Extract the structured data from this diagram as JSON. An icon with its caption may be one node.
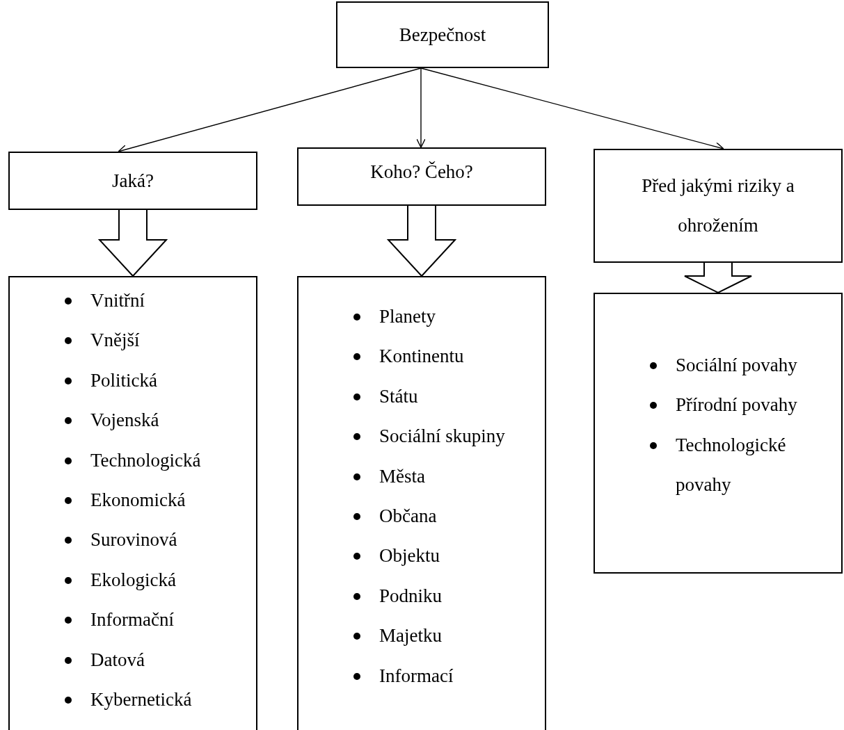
{
  "diagram": {
    "nodes": [
      {
        "text": [
          "Bezpečnost"
        ]
      },
      {
        "text": [
          "Jaká?"
        ]
      },
      {
        "text": [
          "Koho? Čeho?"
        ]
      },
      {
        "text": [
          "Před jakými riziky a ohrožením"
        ]
      },
      {
        "text": [
          "Vnitřní",
          "Vnější",
          "Politická",
          "Vojenská",
          "Technologická",
          "Ekonomická",
          "Surovinová",
          "Ekologická",
          "Informační",
          "Datová",
          "Kybernetická"
        ]
      },
      {
        "text": [
          "Planety",
          "Kontinentu",
          "Státu",
          "Sociální skupiny",
          "Města",
          "Občana",
          "Objektu",
          "Podniku",
          "Majetku",
          "Informací"
        ]
      },
      {
        "text": [
          "Sociální povahy",
          "Přírodní povahy",
          "Technologické povahy"
        ]
      }
    ],
    "edges": [
      {
        "from": 0,
        "to": 1,
        "arrow": "to"
      },
      {
        "from": 0,
        "to": 2,
        "arrow": "to"
      },
      {
        "from": 0,
        "to": 3,
        "arrow": "to"
      },
      {
        "from": 1,
        "to": 4,
        "arrow": "to",
        "style": "thick"
      },
      {
        "from": 2,
        "to": 5,
        "arrow": "to",
        "style": "thick"
      },
      {
        "from": 3,
        "to": 6,
        "arrow": "to",
        "style": "thick"
      }
    ]
  }
}
